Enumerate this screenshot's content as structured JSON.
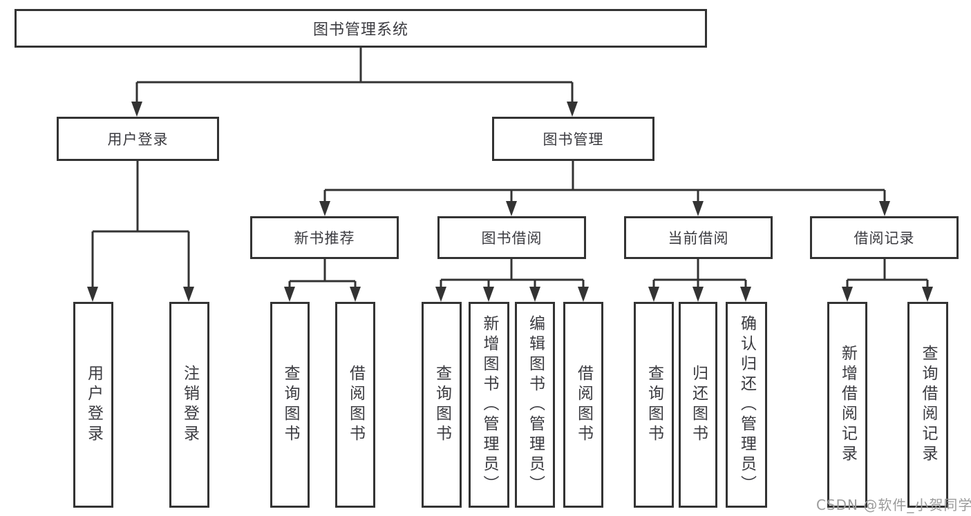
{
  "colors": {
    "line": "#333333",
    "node_border": "#333333",
    "node_fill": "#ffffff",
    "text": "#3b3b40",
    "watermark": "#9b9b9b",
    "background": "#ffffff"
  },
  "diagram": {
    "title": "图书管理系统",
    "branches": [
      {
        "label": "用户登录",
        "children": [
          {
            "label": "用户登录"
          },
          {
            "label": "注销登录"
          }
        ]
      },
      {
        "label": "图书管理",
        "groups": [
          {
            "label": "新书推荐",
            "children": [
              {
                "label": "查询图书"
              },
              {
                "label": "借阅图书"
              }
            ]
          },
          {
            "label": "图书借阅",
            "children": [
              {
                "label": "查询图书"
              },
              {
                "label": "新增图书（管理员）"
              },
              {
                "label": "编辑图书（管理员）"
              },
              {
                "label": "借阅图书"
              }
            ]
          },
          {
            "label": "当前借阅",
            "children": [
              {
                "label": "查询图书"
              },
              {
                "label": "归还图书"
              },
              {
                "label": "确认归还（管理员）"
              }
            ]
          },
          {
            "label": "借阅记录",
            "children": [
              {
                "label": "新增借阅记录"
              },
              {
                "label": "查询借阅记录"
              }
            ]
          }
        ]
      }
    ]
  },
  "watermark": {
    "text": "CSDN @软件_小贺同学"
  }
}
